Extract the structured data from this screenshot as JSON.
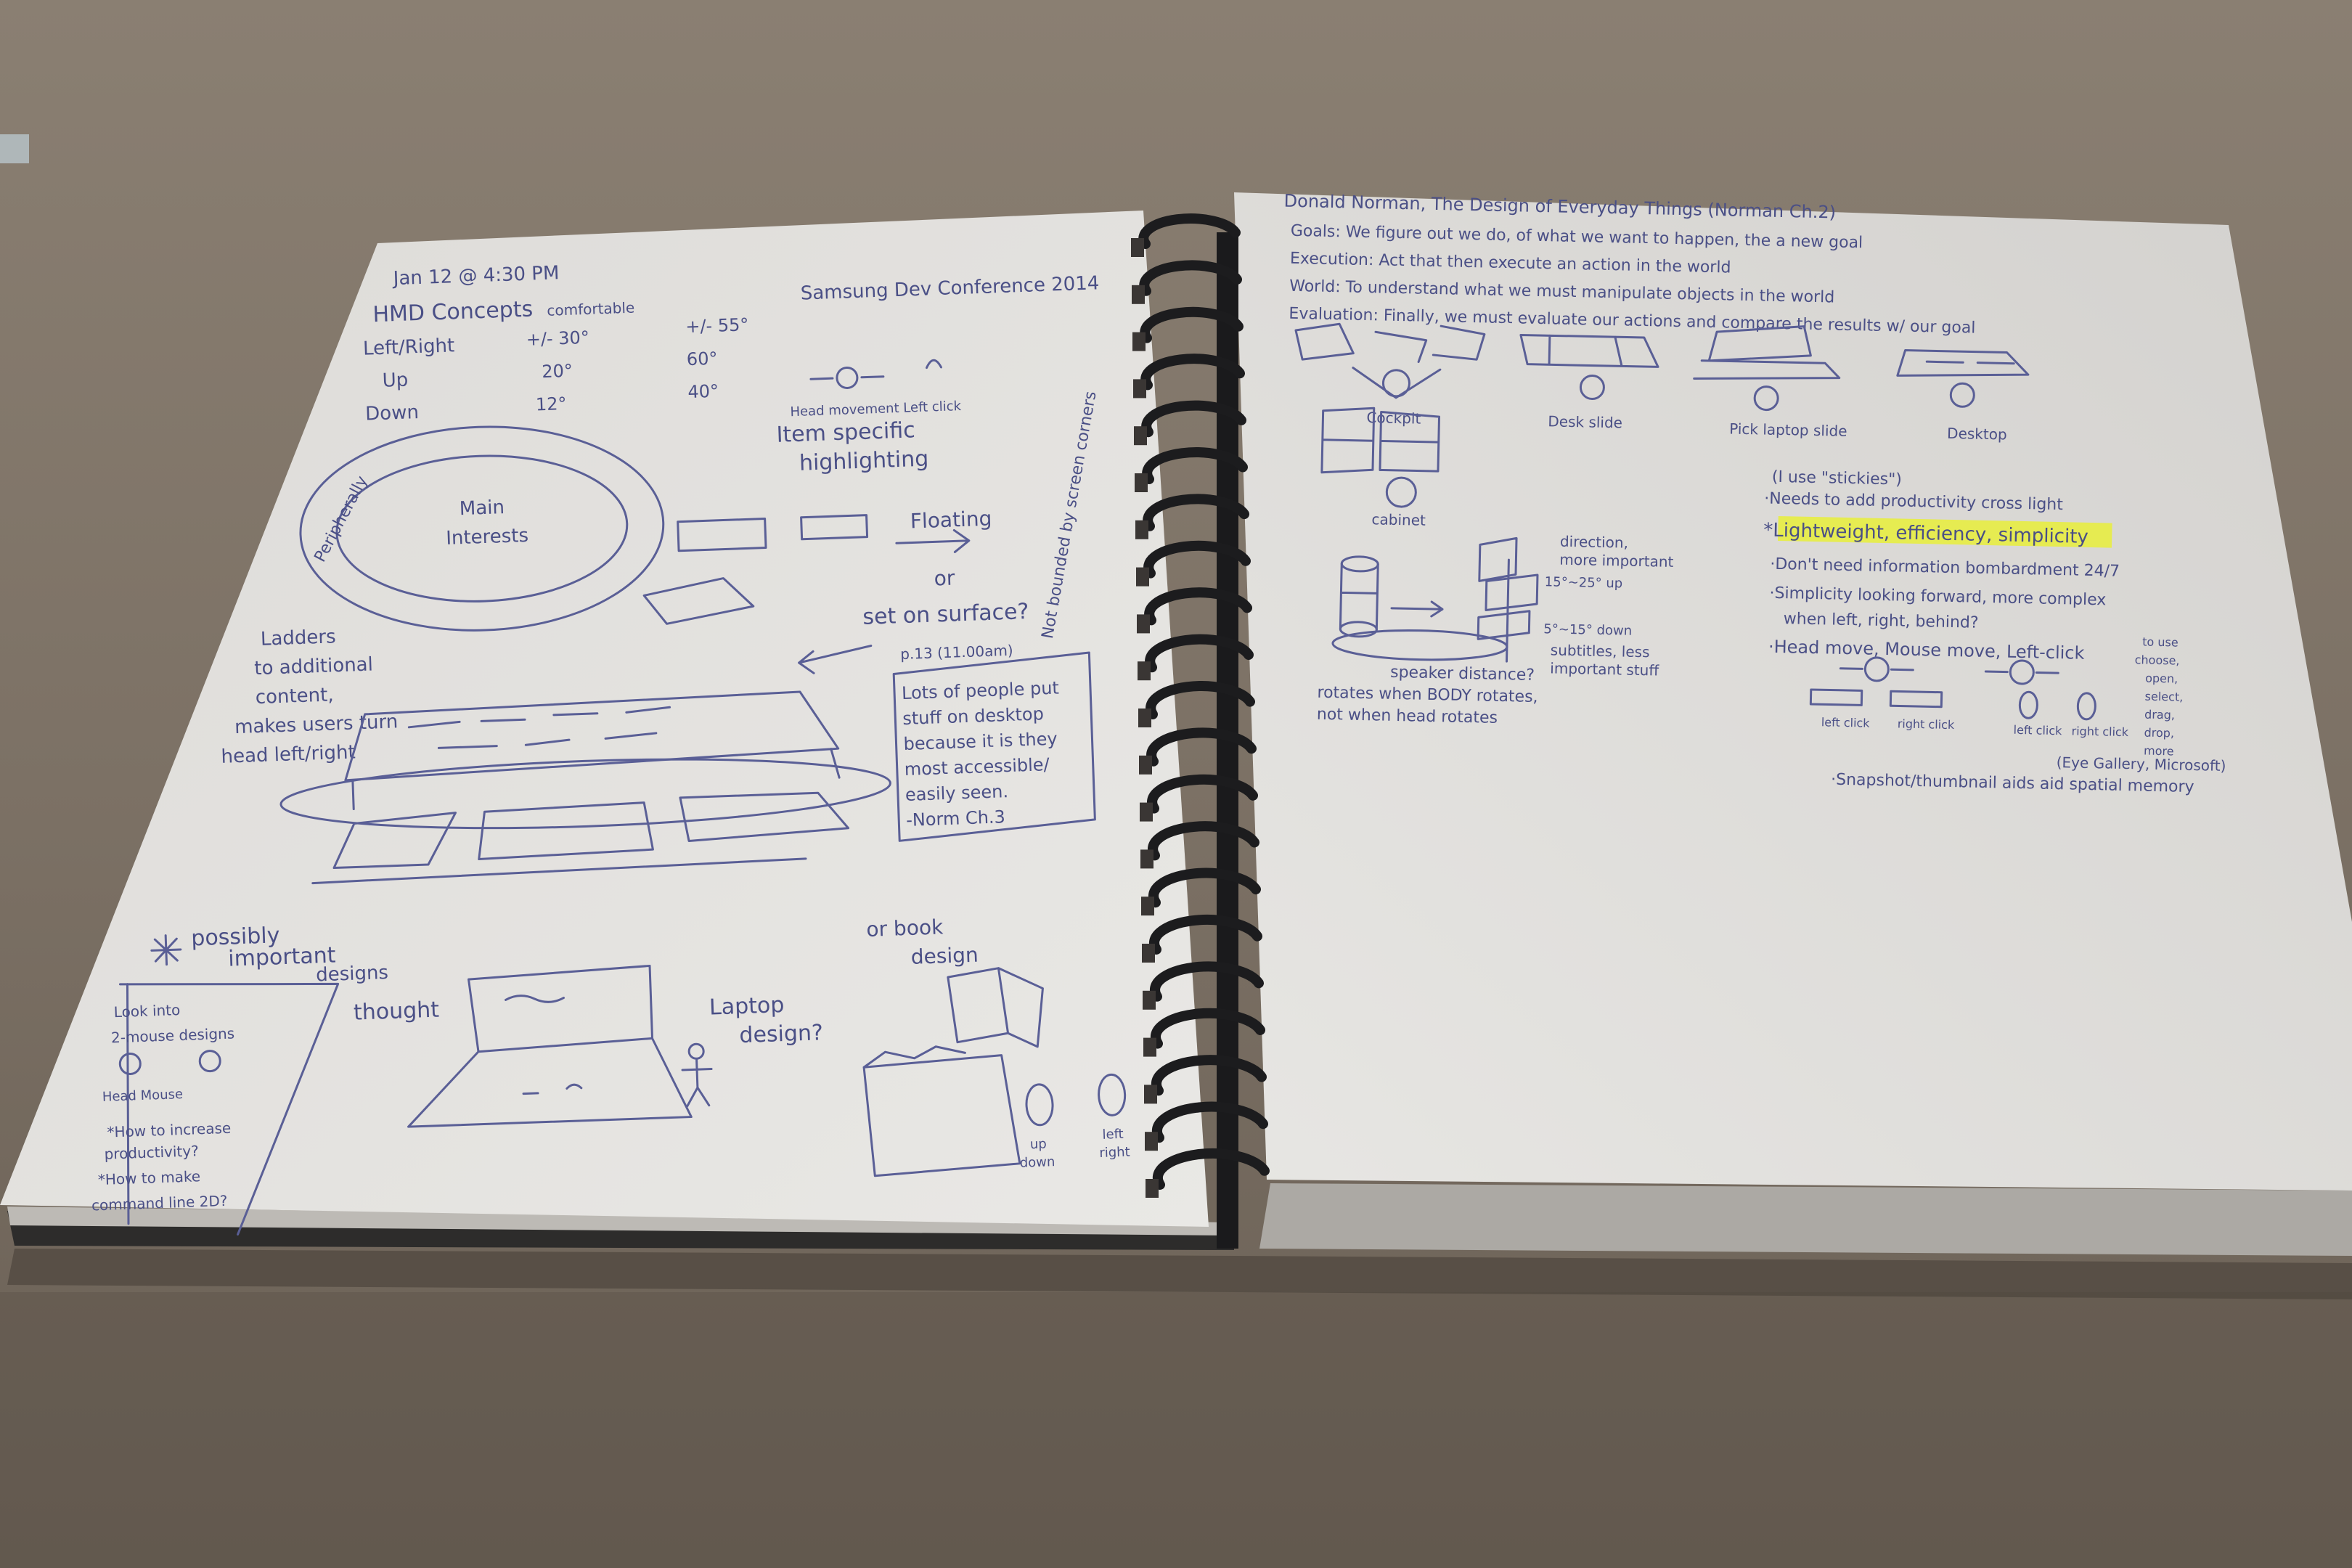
{
  "scene": {
    "description_colors": {
      "table": "#7d7266",
      "table_light": "#8c8174",
      "page": "#e4e2de",
      "page_shadow": "#b9b6b1",
      "ink": "#4a4f86",
      "highlight": "#e8ef3a",
      "spiral": "#1c1c1e"
    }
  },
  "left_page": {
    "header_date": "Jan 12 @ 4:30 PM",
    "header_title": "HMD Concepts",
    "header_note": "comfortable",
    "table_rows": [
      {
        "label": "Left/Right",
        "v1": "+/- 30°",
        "v2": "+/- 55°"
      },
      {
        "label": "Up",
        "v1": "20°",
        "v2": "60°"
      },
      {
        "label": "Down",
        "v1": "12°",
        "v2": "40°"
      }
    ],
    "conf_note": "Samsung Dev Conference 2014",
    "icons_caption": "Head movement   Left click",
    "item_note_1": "Item specific",
    "item_note_2": "highlighting",
    "vertical_note": "Not bounded by screen corners",
    "ellipse_inner_1": "Main",
    "ellipse_inner_2": "Interests",
    "ellipse_edge": "Peripherally",
    "ladder_note": [
      "Ladders",
      "to additional",
      "content,",
      "makes users turn",
      "head left/right"
    ],
    "floating": "Floating",
    "or": "or",
    "set_on_surface": "set on surface?",
    "box_note_header": "p.13 (11.00am)",
    "box_note": [
      "Lots of people put",
      "stuff on desktop",
      "because it is they",
      "most accessible/",
      "easily seen.",
      "-Norm Ch.3"
    ],
    "possibly_1": "possibly",
    "possibly_2": "important",
    "possibly_3": "designs",
    "thought": "thought",
    "small_notes": [
      "Look into",
      "2-mouse designs",
      "Head      Mouse",
      "*How to increase",
      "productivity?",
      "*How to make",
      "command line 2D?"
    ],
    "laptop_1": "Laptop",
    "laptop_2": "design?",
    "or_book_1": "or book",
    "or_book_2": "design",
    "mouse_labels": [
      "up",
      "down",
      "left",
      "right"
    ]
  },
  "right_page": {
    "header": "Donald Norman, The Design of Everyday Things (Norman Ch.2)",
    "lines": [
      "Goals: We figure out we do, of what we want to happen, the a new goal",
      "Execution: Act that then execute an action in the world",
      "World: To understand what we must manipulate objects in the world",
      "Evaluation: Finally, we must evaluate our actions and compare the results w/ our goal"
    ],
    "sketch_labels": [
      "Cockpit",
      "Desk slide",
      "Pick laptop slide",
      "Desktop",
      "cabinet"
    ],
    "mid_notes": [
      "direction,",
      "more important",
      "15°~25° up",
      "5°~15° down",
      "subtitles, less",
      "important stuff"
    ],
    "speaker_note": [
      "speaker distance?",
      "rotates when BODY rotates,",
      "not when head rotates"
    ],
    "list_intro": "(I use \"stickies\")",
    "list_needs": "·Needs to add productivity cross light",
    "highlighted": "*Lightweight, efficiency, simplicity",
    "bullets": [
      "·Don't need information bombardment 24/7",
      "·Simplicity looking forward, more complex",
      "when left, right, behind?",
      "·Head move, Mouse move, Left-click"
    ],
    "right_margin": [
      "to use",
      "choose,",
      "open,",
      "select,",
      "drag,",
      "drop,",
      "more"
    ],
    "icon_labels": [
      "left click",
      "right click",
      "left click",
      "right click"
    ],
    "snapshot": "·Snapshot/thumbnail aids aid spatial memory",
    "eye_gallery": "(Eye Gallery, Microsoft)"
  }
}
